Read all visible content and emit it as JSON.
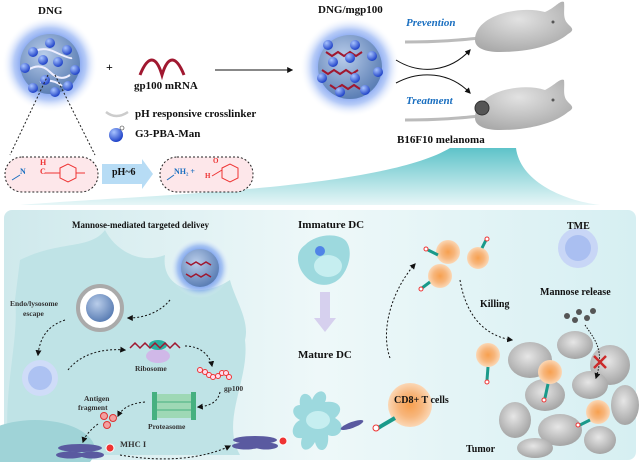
{
  "top": {
    "dng_label": "DNG",
    "plus": "+",
    "mrna_label": "gp100 mRNA",
    "product_label": "DNG/mgp100",
    "legend": {
      "crosslinker": "pH responsive crosslinker",
      "dendrimer": "G3-PBA-Man"
    },
    "ph_label": "pH~6",
    "prevention_label": "Prevention",
    "treatment_label": "Treatment",
    "melanoma_label": "B16F10 melanoma",
    "chem_left": {
      "n": "N",
      "h": "H",
      "c": "C"
    },
    "chem_right": {
      "nh2": "NH₂ +",
      "h": "H",
      "o": "O"
    }
  },
  "bottom": {
    "delivery_title": "Mannose-mediated targeted delivey",
    "endo_label_1": "Endo/lysosome",
    "endo_label_2": "escape",
    "ribosome_label": "Ribosome",
    "gp100_label": "gp100",
    "antigen_label_1": "Antigen",
    "antigen_label_2": "fragment",
    "proteasome_label": "Proteasome",
    "mhc_label": "MHC I",
    "immature_dc_label": "Immature DC",
    "mature_dc_label": "Mature DC",
    "tcell_label": "CD8+ T cells",
    "killing_label": "Killing",
    "tme_label": "TME",
    "mannose_label": "Mannose release",
    "tumor_label": "Tumor"
  },
  "colors": {
    "nanogel_glow": "#4a7bea",
    "mrna": "#a01830",
    "label_blue": "#1a6fc0",
    "cell_bg": "#d3ecef",
    "tcell": "#f5b27a",
    "receptor": "#1a9a8a",
    "mhc": "#5a5aa0",
    "inhibit": "#cc2a2a"
  }
}
